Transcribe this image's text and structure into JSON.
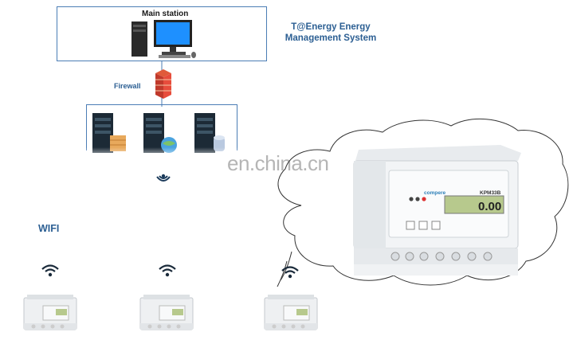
{
  "main_station": {
    "label": "Main station"
  },
  "system": {
    "title_line1": "T@Energy Energy",
    "title_line2": "Management System"
  },
  "firewall": {
    "label": "Firewall"
  },
  "wifi": {
    "label": "WIFI"
  },
  "watermark": {
    "text": "en.china.cn"
  },
  "meter": {
    "brand": "compere",
    "model": "KPM33B",
    "display_value": "0.00"
  },
  "colors": {
    "accent": "#2c5f93",
    "box_border": "#4b7db5",
    "cloud_stroke": "#333333"
  },
  "icons": [
    "computer-icon",
    "firewall-icon",
    "server-icon",
    "wifi-icon",
    "energy-meter-icon"
  ]
}
